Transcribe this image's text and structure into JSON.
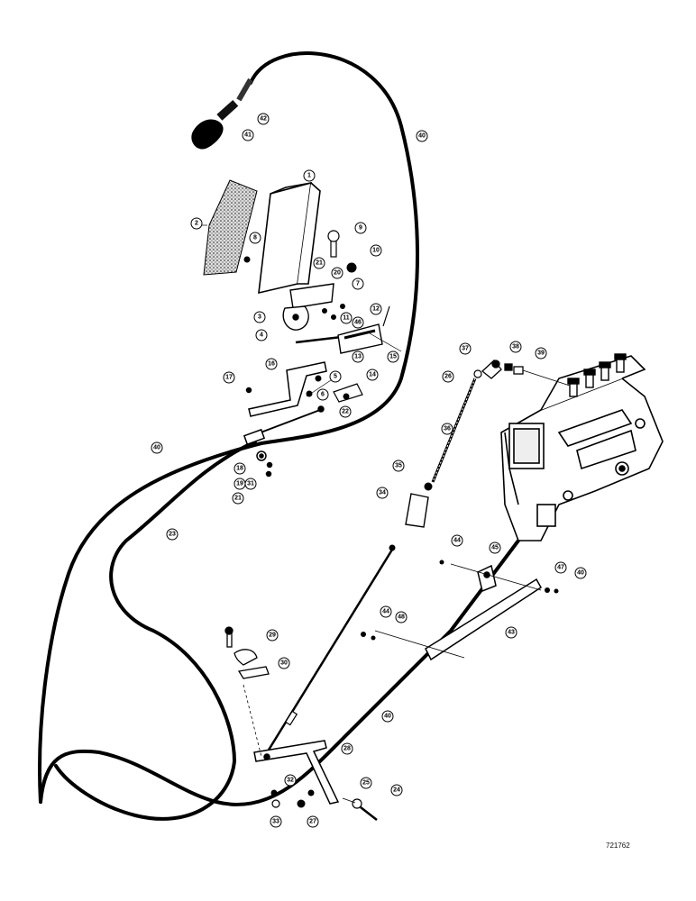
{
  "figure_number": "721762",
  "callouts": [
    "1",
    "2",
    "3",
    "4",
    "5",
    "6",
    "7",
    "8",
    "9",
    "10",
    "11",
    "12",
    "13",
    "14",
    "15",
    "16",
    "17",
    "18",
    "19",
    "20",
    "21",
    "21",
    "22",
    "23",
    "24",
    "25",
    "26",
    "27",
    "28",
    "29",
    "30",
    "31",
    "32",
    "33",
    "34",
    "35",
    "36",
    "37",
    "38",
    "39",
    "40",
    "40",
    "40",
    "40",
    "41",
    "42",
    "43",
    "44",
    "44",
    "45",
    "46",
    "47",
    "48"
  ]
}
